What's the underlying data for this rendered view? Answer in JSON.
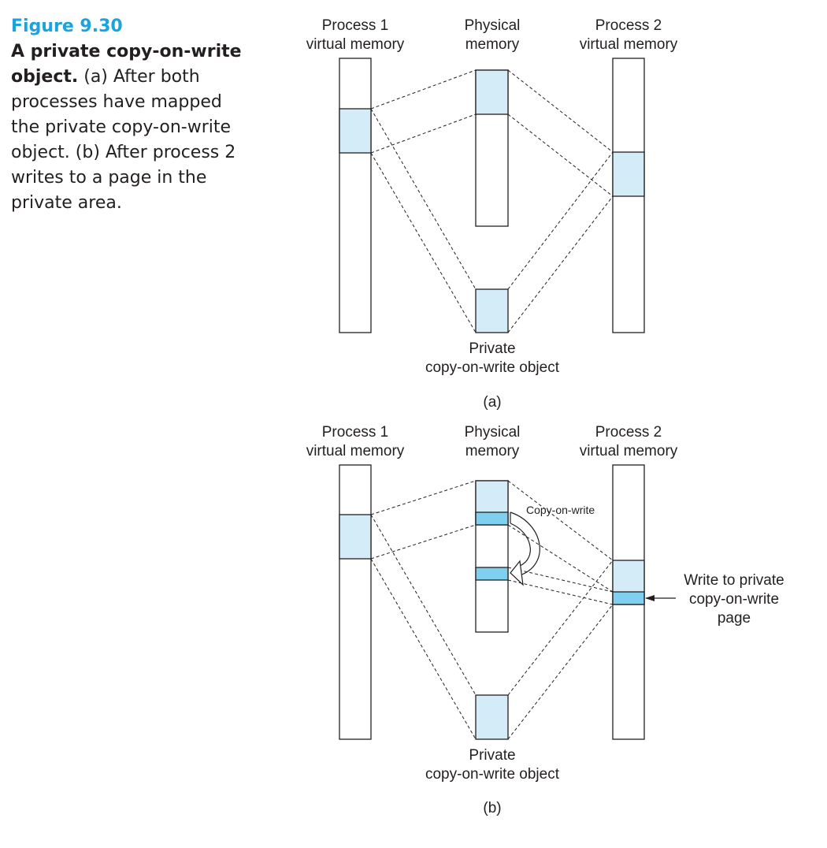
{
  "caption": {
    "figure_label": "Figure 9.30",
    "title": "A private copy-on-write object.",
    "body": " (a) After both processes have mapped the private copy-on-write object. (b) After process 2 writes to a page in the private area."
  },
  "panel_a": {
    "process1_label": [
      "Process 1",
      "virtual memory"
    ],
    "physical_label": [
      "Physical",
      "memory"
    ],
    "process2_label": [
      "Process 2",
      "virtual memory"
    ],
    "object_label": [
      "Private",
      "copy-on-write object"
    ],
    "sublabel": "(a)"
  },
  "panel_b": {
    "process1_label": [
      "Process 1",
      "virtual memory"
    ],
    "physical_label": [
      "Physical",
      "memory"
    ],
    "process2_label": [
      "Process 2",
      "virtual memory"
    ],
    "object_label": [
      "Private",
      "copy-on-write object"
    ],
    "copy_on_write_label": "Copy-on-write",
    "write_label": [
      "Write to private",
      "copy-on-write",
      "page"
    ],
    "sublabel": "(b)"
  },
  "colors": {
    "accent": "#1aa3dc",
    "page_fill": "#d4ebf8",
    "page_dark_fill": "#7fd0f0",
    "ink": "#231f20"
  }
}
